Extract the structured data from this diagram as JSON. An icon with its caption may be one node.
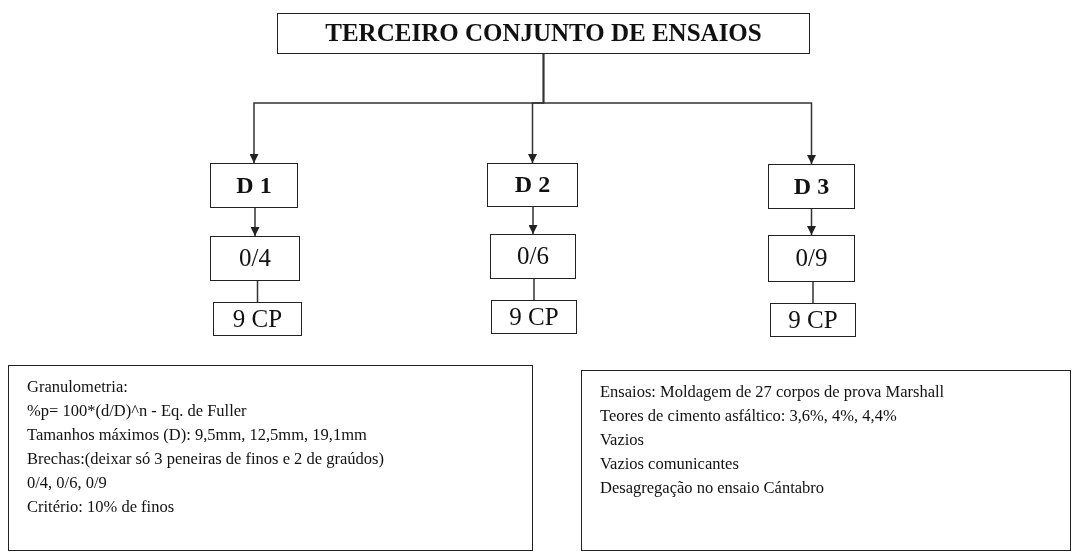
{
  "diagram": {
    "nodes": [
      {
        "text": [
          "TERCEIRO CONJUNTO DE ENSAIOS"
        ]
      },
      {
        "text": [
          "D 1"
        ]
      },
      {
        "text": [
          "D 2"
        ]
      },
      {
        "text": [
          "D 3"
        ]
      },
      {
        "text": [
          "0/4"
        ]
      },
      {
        "text": [
          "0/6"
        ]
      },
      {
        "text": [
          "0/9"
        ]
      },
      {
        "text": [
          "9 CP"
        ]
      },
      {
        "text": [
          "9 CP"
        ]
      },
      {
        "text": [
          "9 CP"
        ]
      },
      {
        "text": [
          "Granulometria:",
          "%p= 100*(d/D)^n - Eq. de Fuller",
          "Tamanhos máximos (D): 9,5mm, 12,5mm, 19,1mm",
          "Brechas:(deixar só 3 peneiras de finos e 2 de graúdos)",
          "0/4, 0/6, 0/9",
          "Critério: 10% de finos"
        ]
      },
      {
        "text": [
          "Ensaios: Moldagem de 27 corpos de prova Marshall",
          "Teores de cimento asfáltico: 3,6%, 4%, 4,4%",
          "Vazios",
          "Vazios comunicantes",
          "Desagregação no ensaio Cántabro"
        ]
      }
    ],
    "edges": [
      {
        "from": 0,
        "to": 1,
        "arrow": "to"
      },
      {
        "from": 0,
        "to": 2,
        "arrow": "to"
      },
      {
        "from": 0,
        "to": 3,
        "arrow": "to"
      },
      {
        "from": 1,
        "to": 4,
        "arrow": "to"
      },
      {
        "from": 2,
        "to": 5,
        "arrow": "to"
      },
      {
        "from": 3,
        "to": 6,
        "arrow": "to"
      },
      {
        "from": 4,
        "to": 7,
        "arrow": "none"
      },
      {
        "from": 5,
        "to": 8,
        "arrow": "none"
      },
      {
        "from": 6,
        "to": 9,
        "arrow": "none"
      }
    ]
  }
}
